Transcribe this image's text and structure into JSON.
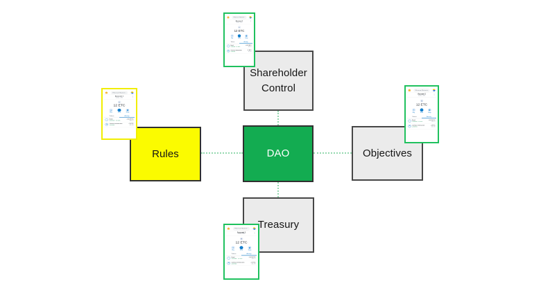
{
  "diagram": {
    "connector_color": "#93d8ae",
    "nodes": {
      "dao": {
        "label": "DAO",
        "bg": "#13ac51",
        "border": "#2f2f2f",
        "text": "#ffffff"
      },
      "shareholder": {
        "label": "Shareholder Control",
        "bg": "#ebebeb",
        "border": "#464646",
        "text": "#141414"
      },
      "rules": {
        "label": "Rules",
        "bg": "#fbfb00",
        "border": "#303030",
        "text": "#141414"
      },
      "objectives": {
        "label": "Objectives",
        "bg": "#ebebeb",
        "border": "#464646",
        "text": "#141414"
      },
      "treasury": {
        "label": "Treasury",
        "bg": "#ebebeb",
        "border": "#464646",
        "text": "#141414"
      }
    }
  },
  "wallet": {
    "border_green": "#1fc15e",
    "border_yellow": "#f1ee00",
    "accent_blue": "#0376c9",
    "network": "Ethereum Mainnet",
    "network_caret": "▾",
    "menu_dots": "⋮",
    "account": "Account 1",
    "address": "0x64a...49f2",
    "token_glyph": "◆",
    "balance": "12 ETC",
    "actions": [
      {
        "label": "Buy",
        "glyph": "+"
      },
      {
        "label": "Send",
        "glyph": "↑"
      },
      {
        "label": "Swap",
        "glyph": "⇄"
      }
    ],
    "tabs": [
      "Tokens",
      "Activity"
    ],
    "activity": [
      {
        "title": "Send",
        "sub": "Confirmed · To: 0x4f...",
        "amount": "-0.02 ETC",
        "fiat": "-$34.12",
        "glyph": "↑"
      },
      {
        "title": "Contract interaction",
        "sub": "Confirmed",
        "amount": "-1 ETC",
        "fiat": "-$1,700",
        "glyph": "⇋"
      }
    ]
  }
}
